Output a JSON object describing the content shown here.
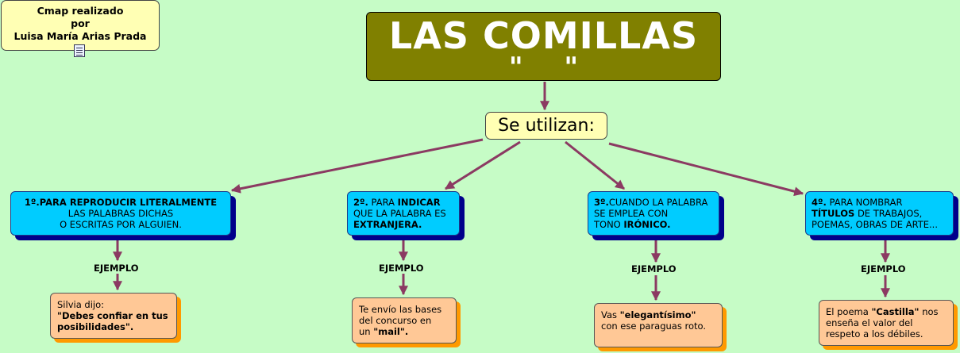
{
  "author": {
    "lines": [
      "Cmap realizado",
      "por",
      "Luisa María Arias Prada"
    ]
  },
  "title": {
    "main": "LAS COMILLAS",
    "quotes": "\"   \""
  },
  "center": {
    "label": "Se utilizan:"
  },
  "link_label": "EJEMPLO",
  "categories": [
    {
      "lines": [
        [
          {
            "t": "1º.",
            "b": true
          },
          {
            "t": "PARA REPRODUCIR LITERALMENTE",
            "b": true
          }
        ],
        [
          {
            "t": "LAS PALABRAS DICHAS",
            "b": false
          }
        ],
        [
          {
            "t": "O ESCRITAS POR ALGUIEN.",
            "b": false
          }
        ]
      ],
      "example": [
        [
          {
            "t": "Silvia dijo:",
            "b": false
          }
        ],
        [
          {
            "t": "\"Debes confiar en tus",
            "b": true
          }
        ],
        [
          {
            "t": "posibilidades\".",
            "b": true
          }
        ]
      ]
    },
    {
      "lines": [
        [
          {
            "t": "2º.",
            "b": true
          },
          {
            "t": " PARA ",
            "b": false
          },
          {
            "t": "INDICAR",
            "b": true
          }
        ],
        [
          {
            "t": "QUE LA PALABRA ES",
            "b": false
          }
        ],
        [
          {
            "t": " EXTRANJERA.",
            "b": true
          }
        ]
      ],
      "example": [
        [
          {
            "t": "Te envío las bases",
            "b": false
          }
        ],
        [
          {
            "t": "del concurso en",
            "b": false
          }
        ],
        [
          {
            "t": "un ",
            "b": false
          },
          {
            "t": "\"mail\".",
            "b": true
          }
        ]
      ]
    },
    {
      "lines": [
        [
          {
            "t": "3º.",
            "b": true
          },
          {
            "t": "CUANDO LA PALABRA",
            "b": false
          }
        ],
        [
          {
            "t": "SE EMPLEA CON",
            "b": false
          }
        ],
        [
          {
            "t": "TONO ",
            "b": false
          },
          {
            "t": "IRÓNICO.",
            "b": true
          }
        ]
      ],
      "example": [
        [
          {
            "t": "Vas ",
            "b": false
          },
          {
            "t": "\"elegantísimo\"",
            "b": true
          }
        ],
        [
          {
            "t": "con ese paraguas roto.",
            "b": false
          }
        ]
      ]
    },
    {
      "lines": [
        [
          {
            "t": "4º.",
            "b": true
          },
          {
            "t": " PARA NOMBRAR",
            "b": false
          }
        ],
        [
          {
            "t": "TÍTULOS",
            "b": true
          },
          {
            "t": " DE TRABAJOS,",
            "b": false
          }
        ],
        [
          {
            "t": "POEMAS, OBRAS DE ARTE...",
            "b": false
          }
        ]
      ],
      "example": [
        [
          {
            "t": "El poema ",
            "b": false
          },
          {
            "t": "\"Castilla\"",
            "b": true
          },
          {
            "t": " nos",
            "b": false
          }
        ],
        [
          {
            "t": "enseña el valor del",
            "b": false
          }
        ],
        [
          {
            "t": "respeto a los débiles.",
            "b": false
          }
        ]
      ]
    }
  ],
  "colors": {
    "background": "#c6fcc6",
    "title_fill": "#808000",
    "center_fill": "#ffffb4",
    "category_fill": "#00ccff",
    "category_shadow": "#00008b",
    "example_fill": "#ffc896",
    "example_shadow": "#ff9900",
    "arrow": "#8b3a62"
  }
}
